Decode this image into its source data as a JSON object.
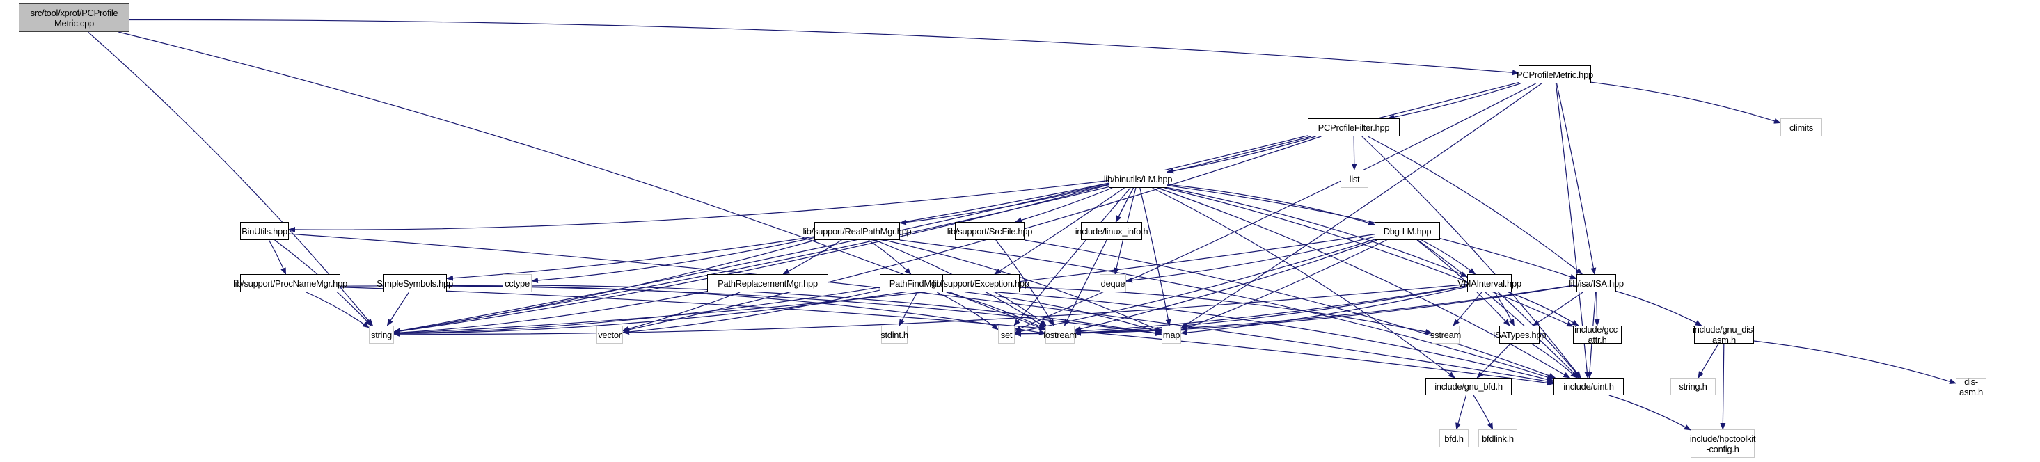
{
  "diagram": {
    "title": "Include dependency graph for src/tool/xprof/PCProfileMetric.cpp",
    "colors": {
      "edge": "#191970",
      "node_border": "#000000",
      "external_border": "#c8c8c8",
      "root_fill": "#bfbfbf"
    },
    "nodes": [
      {
        "id": "root",
        "label": "src/tool/xprof/PCProfile\nMetric.cpp",
        "kind": "root"
      },
      {
        "id": "pcmetric",
        "label": "PCProfileMetric.hpp",
        "kind": "doc"
      },
      {
        "id": "climits",
        "label": "climits",
        "kind": "ext"
      },
      {
        "id": "pcfilter",
        "label": "PCProfileFilter.hpp",
        "kind": "doc"
      },
      {
        "id": "list",
        "label": "list",
        "kind": "ext"
      },
      {
        "id": "lm",
        "label": "lib/binutils/LM.hpp",
        "kind": "doc"
      },
      {
        "id": "binutils",
        "label": "BinUtils.hpp",
        "kind": "doc"
      },
      {
        "id": "procname",
        "label": "lib/support/ProcNameMgr.hpp",
        "kind": "doc"
      },
      {
        "id": "simplesym",
        "label": "SimpleSymbols.hpp",
        "kind": "doc"
      },
      {
        "id": "realpath",
        "label": "lib/support/RealPathMgr.hpp",
        "kind": "doc"
      },
      {
        "id": "cctype",
        "label": "cctype",
        "kind": "ext"
      },
      {
        "id": "pathrepl",
        "label": "PathReplacementMgr.hpp",
        "kind": "doc"
      },
      {
        "id": "pathfind",
        "label": "PathFindMgr.hpp",
        "kind": "doc"
      },
      {
        "id": "srcfile",
        "label": "lib/support/SrcFile.hpp",
        "kind": "doc"
      },
      {
        "id": "exception",
        "label": "lib/support/Exception.hpp",
        "kind": "doc"
      },
      {
        "id": "linuxinfo",
        "label": "include/linux_info.h",
        "kind": "doc"
      },
      {
        "id": "dbglm",
        "label": "Dbg-LM.hpp",
        "kind": "doc"
      },
      {
        "id": "deque",
        "label": "deque",
        "kind": "ext"
      },
      {
        "id": "vmaint",
        "label": "VMAInterval.hpp",
        "kind": "doc"
      },
      {
        "id": "isa",
        "label": "lib/isa/ISA.hpp",
        "kind": "doc"
      },
      {
        "id": "string",
        "label": "string",
        "kind": "ext"
      },
      {
        "id": "vector",
        "label": "vector",
        "kind": "ext"
      },
      {
        "id": "stdint",
        "label": "stdint.h",
        "kind": "ext"
      },
      {
        "id": "set",
        "label": "set",
        "kind": "ext"
      },
      {
        "id": "iostream",
        "label": "iostream",
        "kind": "ext"
      },
      {
        "id": "map",
        "label": "map",
        "kind": "ext"
      },
      {
        "id": "sstream",
        "label": "sstream",
        "kind": "ext"
      },
      {
        "id": "isatypes",
        "label": "ISATypes.hpp",
        "kind": "doc"
      },
      {
        "id": "gccattr",
        "label": "include/gcc-attr.h",
        "kind": "doc"
      },
      {
        "id": "gnudisasm",
        "label": "include/gnu_dis-asm.h",
        "kind": "doc"
      },
      {
        "id": "gnubfd",
        "label": "include/gnu_bfd.h",
        "kind": "doc"
      },
      {
        "id": "uint",
        "label": "include/uint.h",
        "kind": "doc"
      },
      {
        "id": "stringh",
        "label": "string.h",
        "kind": "ext"
      },
      {
        "id": "disasm",
        "label": "dis-asm.h",
        "kind": "ext"
      },
      {
        "id": "bfdh",
        "label": "bfd.h",
        "kind": "ext"
      },
      {
        "id": "bfdlink",
        "label": "bfdlink.h",
        "kind": "ext"
      },
      {
        "id": "hpcconfig",
        "label": "include/hpctoolkit\n-config.h",
        "kind": "ext"
      }
    ],
    "edges": [
      [
        "root",
        "pcmetric"
      ],
      [
        "root",
        "string"
      ],
      [
        "root",
        "iostream"
      ],
      [
        "pcmetric",
        "pcfilter"
      ],
      [
        "pcmetric",
        "climits"
      ],
      [
        "pcmetric",
        "isa"
      ],
      [
        "pcmetric",
        "string"
      ],
      [
        "pcmetric",
        "map"
      ],
      [
        "pcmetric",
        "uint"
      ],
      [
        "pcmetric",
        "set"
      ],
      [
        "pcfilter",
        "list"
      ],
      [
        "pcfilter",
        "lm"
      ],
      [
        "pcfilter",
        "isa"
      ],
      [
        "pcfilter",
        "string"
      ],
      [
        "pcfilter",
        "vector"
      ],
      [
        "pcfilter",
        "uint"
      ],
      [
        "lm",
        "binutils"
      ],
      [
        "lm",
        "simplesym"
      ],
      [
        "lm",
        "realpath"
      ],
      [
        "lm",
        "srcfile"
      ],
      [
        "lm",
        "exception"
      ],
      [
        "lm",
        "linuxinfo"
      ],
      [
        "lm",
        "dbglm"
      ],
      [
        "lm",
        "deque"
      ],
      [
        "lm",
        "vmaint"
      ],
      [
        "lm",
        "isa"
      ],
      [
        "lm",
        "string"
      ],
      [
        "lm",
        "iostream"
      ],
      [
        "lm",
        "map"
      ],
      [
        "lm",
        "set"
      ],
      [
        "lm",
        "gccattr"
      ],
      [
        "lm",
        "uint"
      ],
      [
        "lm",
        "gnubfd"
      ],
      [
        "binutils",
        "procname"
      ],
      [
        "binutils",
        "string"
      ],
      [
        "binutils",
        "uint"
      ],
      [
        "procname",
        "string"
      ],
      [
        "procname",
        "map"
      ],
      [
        "procname",
        "uint"
      ],
      [
        "simplesym",
        "string"
      ],
      [
        "simplesym",
        "iostream"
      ],
      [
        "simplesym",
        "map"
      ],
      [
        "realpath",
        "cctype"
      ],
      [
        "realpath",
        "pathrepl"
      ],
      [
        "realpath",
        "pathfind"
      ],
      [
        "realpath",
        "string"
      ],
      [
        "realpath",
        "iostream"
      ],
      [
        "realpath",
        "map"
      ],
      [
        "realpath",
        "uint"
      ],
      [
        "pathrepl",
        "vector"
      ],
      [
        "pathrepl",
        "string"
      ],
      [
        "pathfind",
        "string"
      ],
      [
        "pathfind",
        "vector"
      ],
      [
        "pathfind",
        "stdint"
      ],
      [
        "pathfind",
        "set"
      ],
      [
        "pathfind",
        "iostream"
      ],
      [
        "pathfind",
        "map"
      ],
      [
        "pathfind",
        "uint"
      ],
      [
        "srcfile",
        "iostream"
      ],
      [
        "srcfile",
        "uint"
      ],
      [
        "exception",
        "string"
      ],
      [
        "exception",
        "iostream"
      ],
      [
        "exception",
        "sstream"
      ],
      [
        "dbglm",
        "deque"
      ],
      [
        "dbglm",
        "vmaint"
      ],
      [
        "dbglm",
        "isatypes"
      ],
      [
        "dbglm",
        "string"
      ],
      [
        "dbglm",
        "iostream"
      ],
      [
        "dbglm",
        "map"
      ],
      [
        "dbglm",
        "uint"
      ],
      [
        "dbglm",
        "set"
      ],
      [
        "vmaint",
        "string"
      ],
      [
        "vmaint",
        "set"
      ],
      [
        "vmaint",
        "iostream"
      ],
      [
        "vmaint",
        "map"
      ],
      [
        "vmaint",
        "sstream"
      ],
      [
        "vmaint",
        "isatypes"
      ],
      [
        "vmaint",
        "gccattr"
      ],
      [
        "vmaint",
        "uint"
      ],
      [
        "isa",
        "isatypes"
      ],
      [
        "isa",
        "gccattr"
      ],
      [
        "isa",
        "gnudisasm"
      ],
      [
        "isa",
        "iostream"
      ],
      [
        "isa",
        "uint"
      ],
      [
        "isa",
        "set"
      ],
      [
        "isatypes",
        "uint"
      ],
      [
        "isatypes",
        "gnubfd"
      ],
      [
        "gnudisasm",
        "disasm"
      ],
      [
        "gnudisasm",
        "stringh"
      ],
      [
        "gnudisasm",
        "hpcconfig"
      ],
      [
        "gnubfd",
        "bfdh"
      ],
      [
        "gnubfd",
        "bfdlink"
      ],
      [
        "uint",
        "hpcconfig"
      ]
    ]
  }
}
